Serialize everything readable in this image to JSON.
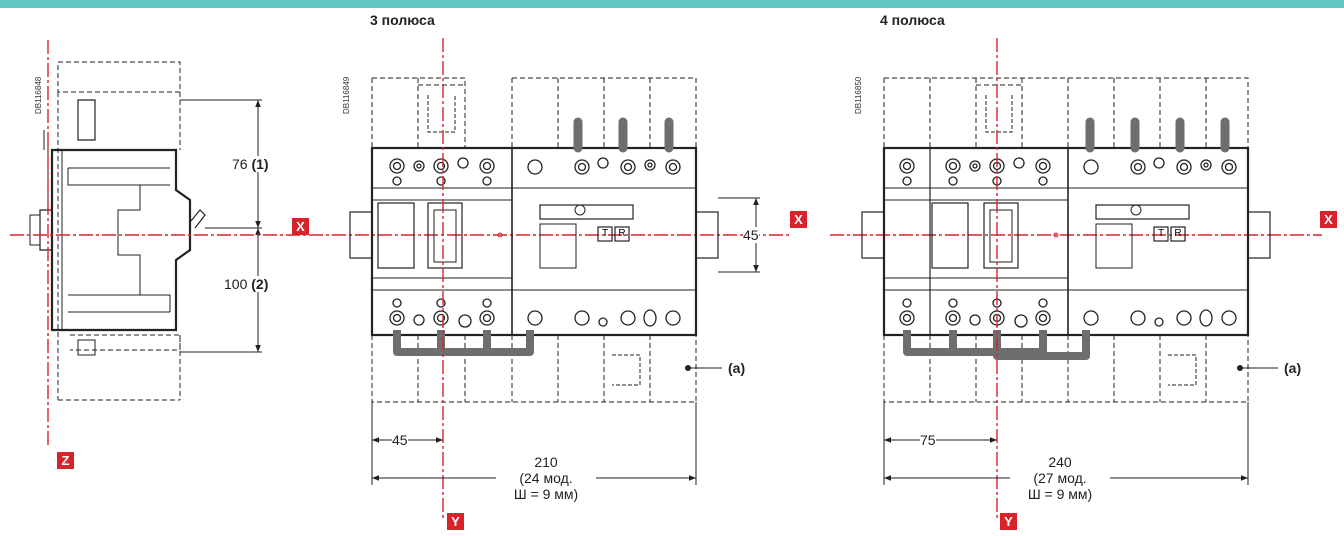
{
  "header": {
    "left_3p": "3 полюса",
    "left_4p": "4 полюса"
  },
  "refs": {
    "side": "DB116848",
    "p3": "DB116849",
    "p4": "DB116850"
  },
  "axes": {
    "x": "X",
    "y": "Y",
    "z": "Z"
  },
  "side": {
    "d76": "76",
    "d76_note": "(1)",
    "d100": "100",
    "d100_note": "(2)"
  },
  "p3": {
    "d45h": "45",
    "d45v": "45",
    "total_l1": "210",
    "total_l2": "(24 мод.",
    "total_l3": "Ш = 9 мм)",
    "label_a": "(a)"
  },
  "p4": {
    "d75": "75",
    "total_l1": "240",
    "total_l2": "(27 мод.",
    "total_l3": "Ш = 9 мм)",
    "label_a": "(a)"
  },
  "colors": {
    "accent": "#62c7c5",
    "axis": "#d8232a",
    "line": "#222222",
    "handle": "#6e6e6e"
  },
  "switch_labels": {
    "t": "T",
    "r": "R"
  }
}
